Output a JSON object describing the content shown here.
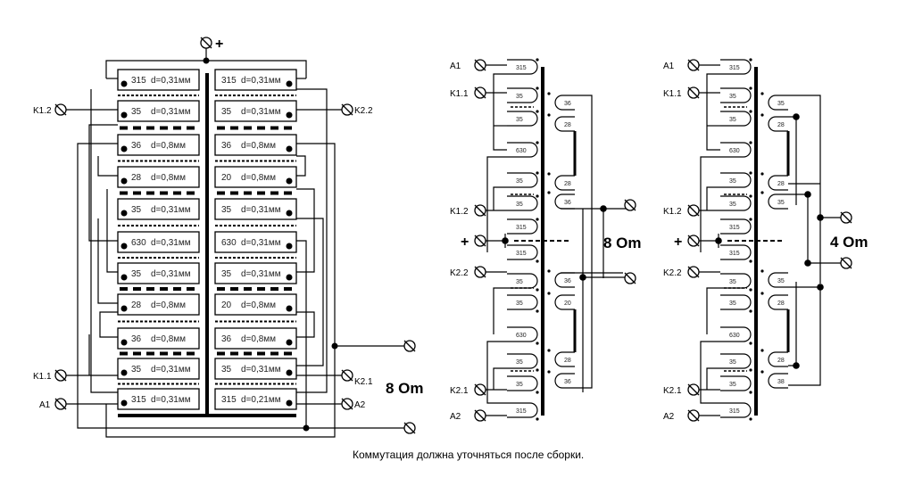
{
  "note": "Коммутация должна уточняться после сборки.",
  "left_diagram": {
    "impedance_label": "8 Om",
    "plus_label": "+",
    "terminals_left": [
      "K1.2",
      "K1.1",
      "A1"
    ],
    "terminals_right": [
      "K2.2",
      "K2.1",
      "A2"
    ],
    "left_column": [
      {
        "turns": "315",
        "wire": "d=0,31мм"
      },
      {
        "turns": "35",
        "wire": "d=0,31мм"
      },
      {
        "turns": "36",
        "wire": "d=0,8мм"
      },
      {
        "turns": "28",
        "wire": "d=0,8мм"
      },
      {
        "turns": "35",
        "wire": "d=0,31мм"
      },
      {
        "turns": "630",
        "wire": "d=0,31мм"
      },
      {
        "turns": "35",
        "wire": "d=0,31мм"
      },
      {
        "turns": "28",
        "wire": "d=0,8мм"
      },
      {
        "turns": "36",
        "wire": "d=0,8мм"
      },
      {
        "turns": "35",
        "wire": "d=0,31мм"
      },
      {
        "turns": "315",
        "wire": "d=0,31мм"
      }
    ],
    "right_column": [
      {
        "turns": "315",
        "wire": "d=0,31мм"
      },
      {
        "turns": "35",
        "wire": "d=0,31мм"
      },
      {
        "turns": "36",
        "wire": "d=0,8мм"
      },
      {
        "turns": "20",
        "wire": "d=0,8мм"
      },
      {
        "turns": "35",
        "wire": "d=0,31мм"
      },
      {
        "turns": "630",
        "wire": "d=0,31мм"
      },
      {
        "turns": "35",
        "wire": "d=0,31мм"
      },
      {
        "turns": "20",
        "wire": "d=0,8мм"
      },
      {
        "turns": "36",
        "wire": "d=0,8мм"
      },
      {
        "turns": "35",
        "wire": "d=0,31мм"
      },
      {
        "turns": "315",
        "wire": "d=0,21мм"
      }
    ],
    "separators": [
      "thin",
      "thick",
      "thin",
      "thick",
      "thin",
      "thin",
      "thick",
      "thin",
      "thick",
      "thin"
    ]
  },
  "schematic_8": {
    "impedance_label": "8 Om",
    "plus_label": "+",
    "terminals": {
      "a1": "A1",
      "k11": "K1.1",
      "k12": "K1.2",
      "k22": "K2.2",
      "k21": "K2.1",
      "a2": "A2"
    },
    "primary": [
      "315",
      "35",
      "35",
      "630",
      "35",
      "35",
      "315",
      "315",
      "35",
      "35",
      "630",
      "35",
      "35",
      "315"
    ],
    "secondary": [
      "36",
      "28",
      "28",
      "36",
      "36",
      "20",
      "28",
      "36"
    ]
  },
  "schematic_4": {
    "impedance_label": "4 Om",
    "plus_label": "+",
    "terminals": {
      "a1": "A1",
      "k11": "K1.1",
      "k12": "K1.2",
      "k22": "K2.2",
      "k21": "K2.1",
      "a2": "A2"
    },
    "primary": [
      "315",
      "35",
      "35",
      "630",
      "35",
      "35",
      "315",
      "315",
      "35",
      "35",
      "630",
      "35",
      "35",
      "315"
    ],
    "secondary": [
      "35",
      "28",
      "28",
      "35",
      "35",
      "28",
      "28",
      "38"
    ]
  }
}
